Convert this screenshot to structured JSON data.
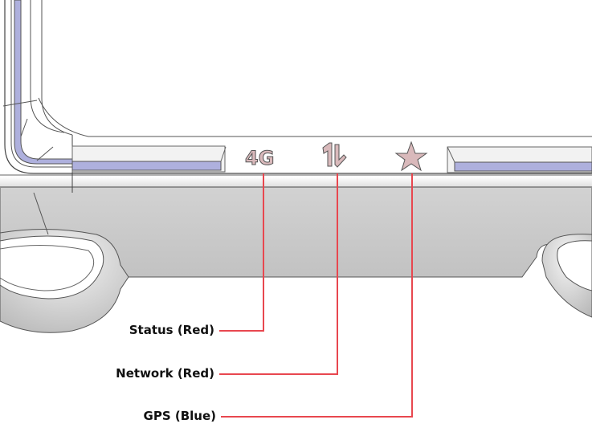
{
  "device": {
    "indicators": [
      {
        "id": "status",
        "glyph": "4G",
        "label": "Status (Red)",
        "led_color": "Red"
      },
      {
        "id": "network",
        "glyph": "1↓",
        "label": "Network (Red)",
        "led_color": "Red"
      },
      {
        "id": "gps",
        "glyph": "★",
        "label": "GPS (Blue)",
        "led_color": "Blue"
      }
    ]
  },
  "colors": {
    "leader_line": "#e8474f",
    "light_pipe": "#aeb0dd",
    "body_side": "#c4c4c4",
    "glyph_fill": "#d9b9bb"
  }
}
